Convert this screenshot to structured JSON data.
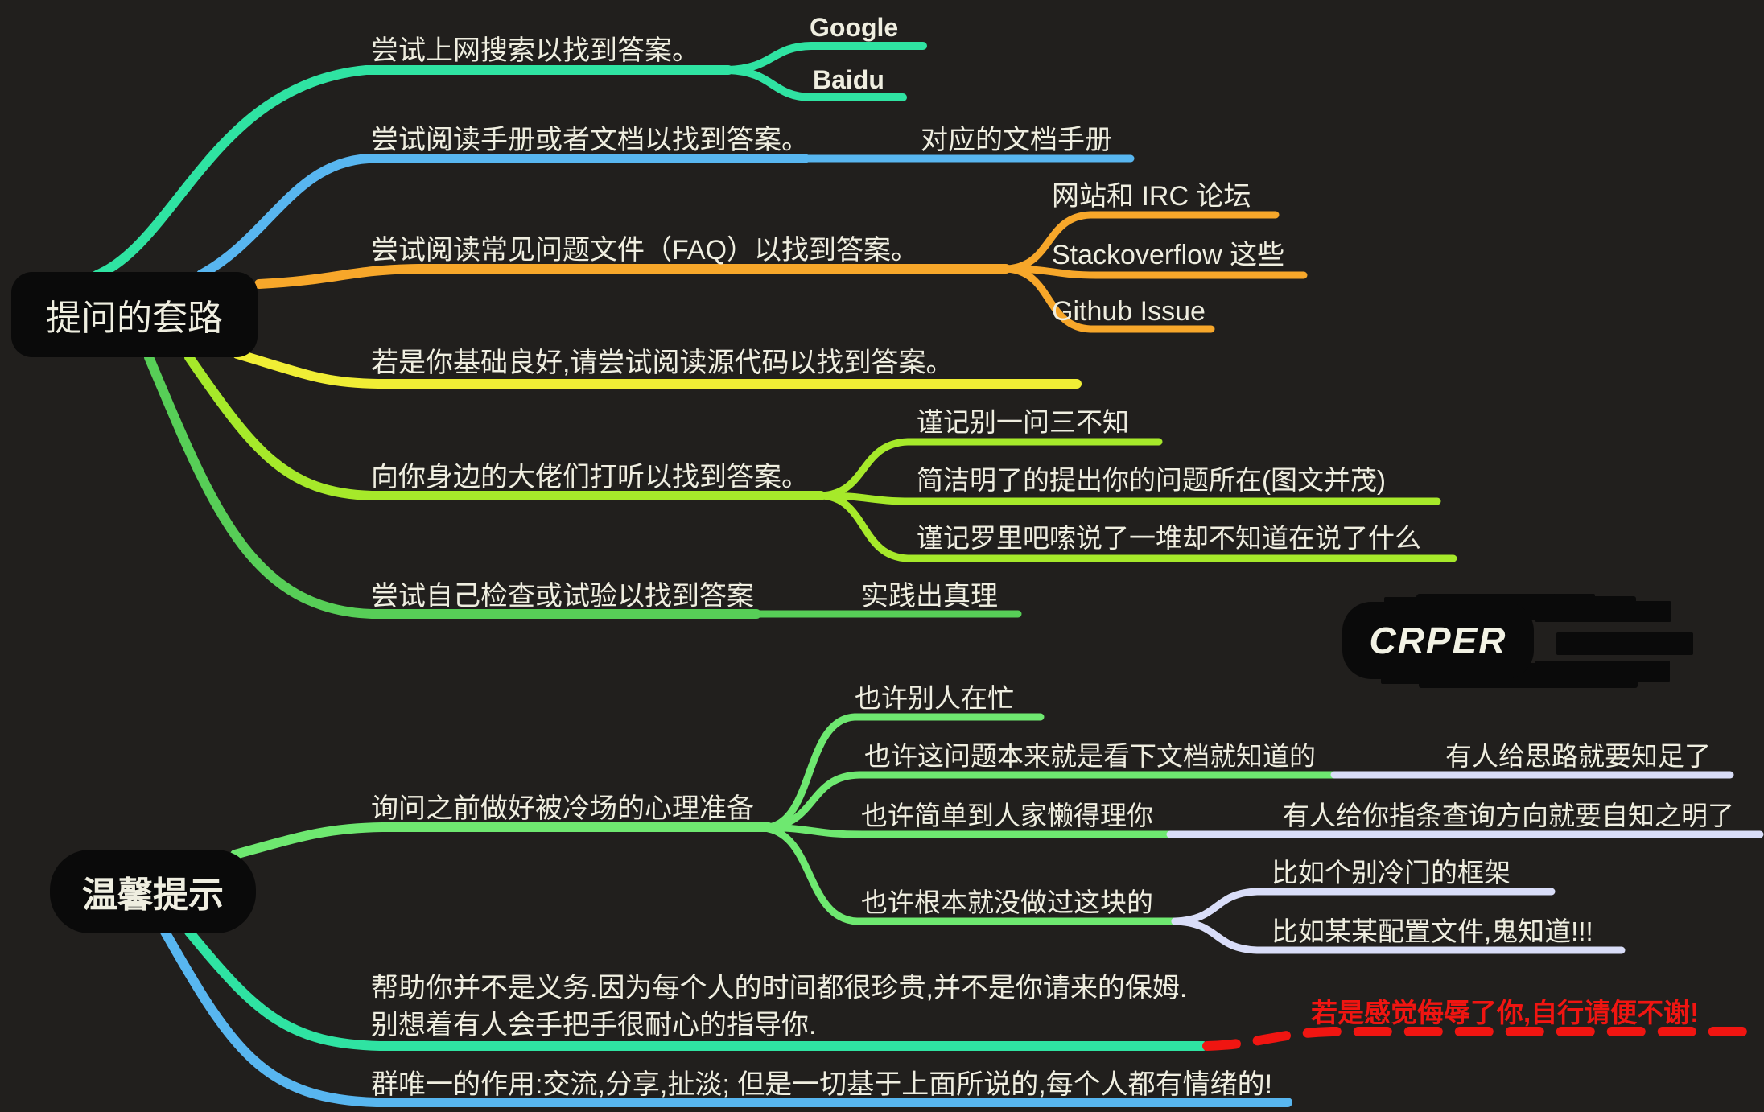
{
  "labels": {
    "root1": "提问的套路",
    "t1": "尝试上网搜索以找到答案。",
    "t1_google": "Google",
    "t1_baidu": "Baidu",
    "t2": "尝试阅读手册或者文档以找到答案。",
    "t2_child": "对应的文档手册",
    "t3": "尝试阅读常见问题文件（FAQ）以找到答案。",
    "t3_c1_pre": "网站和 ",
    "t3_c1_bold": "IRC",
    "t3_c1_post": " 论坛",
    "t3_c2": "Stackoverflow 这些",
    "t3_c3": "Github Issue",
    "t4": "若是你基础良好,请尝试阅读源代码以找到答案。",
    "t5": "向你身边的大佬们打听以找到答案。",
    "t5_c1": "谨记别一问三不知",
    "t5_c2": "简洁明了的提出你的问题所在(图文并茂)",
    "t5_c3": "谨记罗里吧嗦说了一堆却不知道在说了什么",
    "t6": "尝试自己检查或试验以找到答案",
    "t6_child": "实践出真理",
    "badge": "CRPER",
    "root2": "温馨提示",
    "u1": "询问之前做好被冷场的心理准备",
    "u1_c1": "也许别人在忙",
    "u1_c2": "也许这问题本来就是看下文档就知道的",
    "u1_c2_more": "有人给思路就要知足了",
    "u1_c3": "也许简单到人家懒得理你",
    "u1_c3_more": "有人给你指条查询方向就要自知之明了",
    "u1_c4": "也许根本就没做过这块的",
    "u1_c4_a": "比如个别冷门的框架",
    "u1_c4_b": "比如某某配置文件,鬼知道!!!",
    "u2_line1": "帮助你并不是义务.因为每个人的时间都很珍贵,并不是你请来的保姆.",
    "u2_line2": "别想着有人会手把手很耐心的指导你.",
    "u2_warning": "若是感觉侮辱了你,自行请便不谢!",
    "u3": "群唯一的作用:交流,分享,扯淡; 但是一切基于上面所说的,每个人都有情绪的!"
  },
  "palette": {
    "background": "#211f1d",
    "node_bg": "#0a0a0a",
    "text": "#efeee0",
    "spring_green": "#2fe3a2",
    "blue": "#58b6f0",
    "orange": "#f7a72a",
    "yellow": "#f0ee35",
    "lime": "#a6e92a",
    "green": "#57ce57",
    "mint": "#6ee870",
    "lavender": "#d9ddf8",
    "red": "#f01511"
  }
}
